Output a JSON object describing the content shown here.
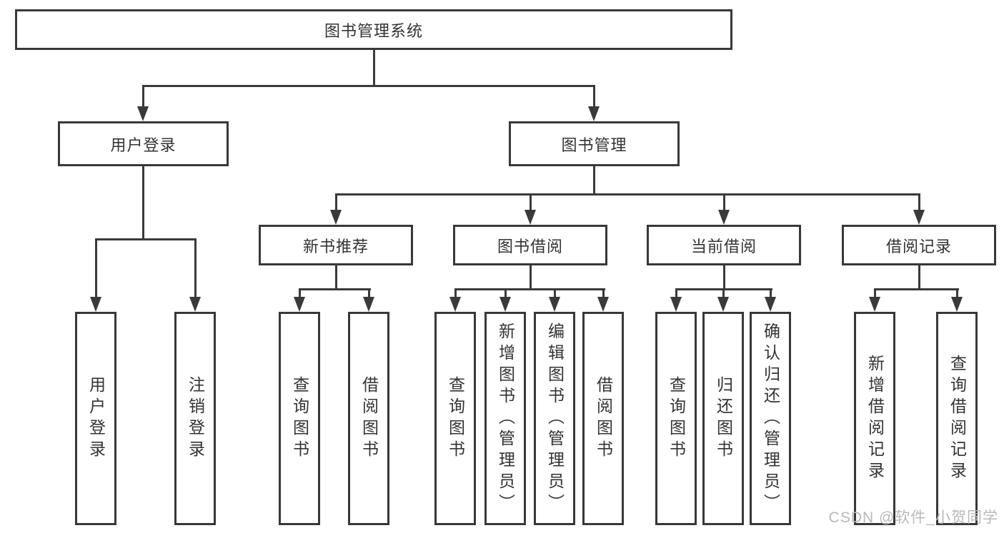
{
  "diagram": {
    "title": "图书管理系统",
    "level2": [
      {
        "label": "用户登录"
      },
      {
        "label": "图书管理"
      }
    ],
    "level3": [
      {
        "label": "新书推荐"
      },
      {
        "label": "图书借阅"
      },
      {
        "label": "当前借阅"
      },
      {
        "label": "借阅记录"
      }
    ],
    "leaves": [
      {
        "label": "用户登录"
      },
      {
        "label": "注销登录"
      },
      {
        "label": "查询图书"
      },
      {
        "label": "借阅图书"
      },
      {
        "label": "查询图书"
      },
      {
        "label": "新增图书（管理员）"
      },
      {
        "label": "编辑图书（管理员）"
      },
      {
        "label": "借阅图书"
      },
      {
        "label": "查询图书"
      },
      {
        "label": "归还图书"
      },
      {
        "label": "确认归还（管理员）"
      },
      {
        "label": "新增借阅记录"
      },
      {
        "label": "查询借阅记录"
      }
    ],
    "watermark": "CSDN @软件_小贺同学",
    "colors": {
      "line": "#3a3a3a",
      "text": "#333333",
      "watermark": "#b9b9b9",
      "background": "#ffffff"
    }
  }
}
